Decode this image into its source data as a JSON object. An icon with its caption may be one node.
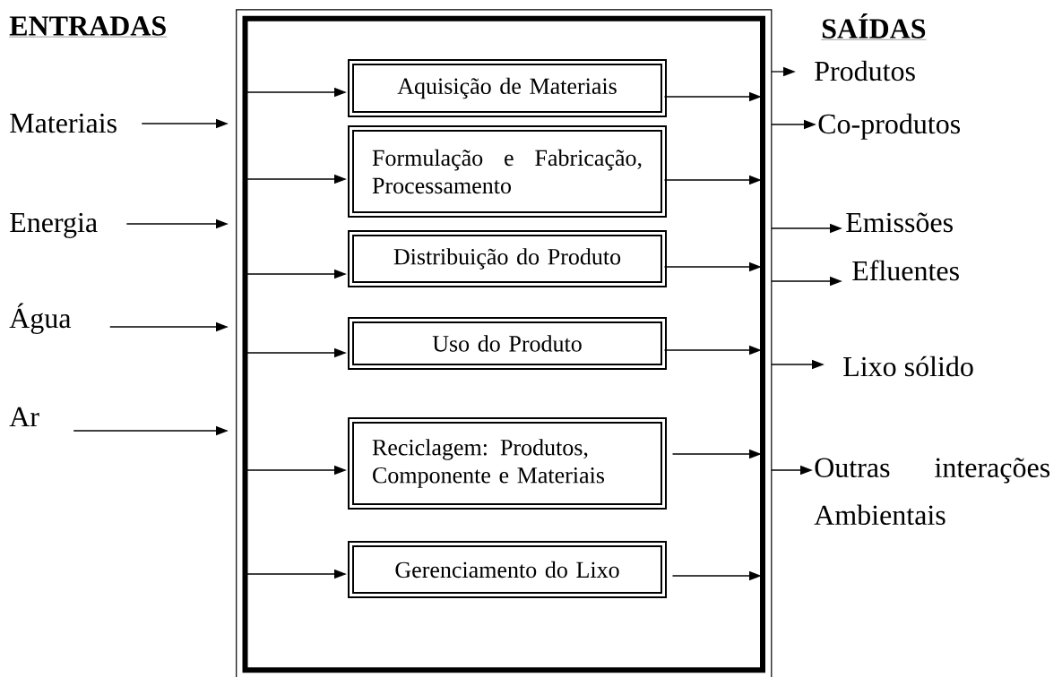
{
  "diagram": {
    "nodes": [
      {
        "text": [],
        "shape": "box"
      },
      {
        "text": [
          "Aquisição de Materiais"
        ],
        "in": 0
      },
      {
        "text": [
          "Formulação e Fabricação, Processamento"
        ],
        "in": 0
      },
      {
        "text": [
          "Distribuição do Produto"
        ],
        "in": 0
      },
      {
        "text": [
          "Uso do Produto"
        ],
        "in": 0
      },
      {
        "text": [
          "Reciclagem: Produtos, Componente e Materiais"
        ],
        "in": 0
      },
      {
        "text": [
          "Gerenciamento do Lixo"
        ],
        "in": 0
      },
      {
        "text": [
          "Materiais"
        ]
      },
      {
        "text": [
          "Energia"
        ]
      },
      {
        "text": [
          "Água"
        ]
      },
      {
        "text": [
          "Ar"
        ]
      },
      {
        "text": [
          "Produtos"
        ]
      },
      {
        "text": [
          "Co-produtos"
        ]
      },
      {
        "text": [
          "Emissões"
        ]
      },
      {
        "text": [
          "Efluentes"
        ]
      },
      {
        "text": [
          "Lixo sólido"
        ]
      },
      {
        "text": [
          "Outras interações Ambientais"
        ]
      }
    ],
    "edges": [
      {
        "from": 7,
        "to": 0,
        "arrow": "to"
      },
      {
        "from": 8,
        "to": 0,
        "arrow": "to"
      },
      {
        "from": 9,
        "to": 0,
        "arrow": "to"
      },
      {
        "from": 10,
        "to": 0,
        "arrow": "to"
      },
      {
        "from": 0,
        "to": 1,
        "arrow": "to"
      },
      {
        "from": 0,
        "to": 2,
        "arrow": "to"
      },
      {
        "from": 0,
        "to": 3,
        "arrow": "to"
      },
      {
        "from": 0,
        "to": 4,
        "arrow": "to"
      },
      {
        "from": 0,
        "to": 5,
        "arrow": "to"
      },
      {
        "from": 0,
        "to": 6,
        "arrow": "to"
      },
      {
        "from": 1,
        "to": 0,
        "arrow": "to"
      },
      {
        "from": 2,
        "to": 0,
        "arrow": "to"
      },
      {
        "from": 3,
        "to": 0,
        "arrow": "to"
      },
      {
        "from": 4,
        "to": 0,
        "arrow": "to"
      },
      {
        "from": 5,
        "to": 0,
        "arrow": "to"
      },
      {
        "from": 6,
        "to": 0,
        "arrow": "to"
      },
      {
        "from": 0,
        "to": 11,
        "arrow": "to"
      },
      {
        "from": 0,
        "to": 12,
        "arrow": "to"
      },
      {
        "from": 0,
        "to": 13,
        "arrow": "to"
      },
      {
        "from": 0,
        "to": 14,
        "arrow": "to"
      },
      {
        "from": 0,
        "to": 15,
        "arrow": "to"
      },
      {
        "from": 0,
        "to": 16,
        "arrow": "to"
      }
    ],
    "labels": [
      "ENTRADAS",
      "SAÍDAS"
    ]
  }
}
